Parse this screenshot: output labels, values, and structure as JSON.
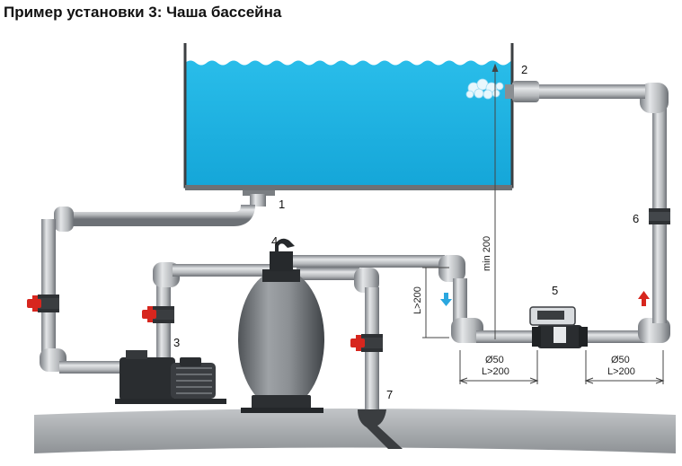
{
  "title": "Пример установки 3: Чаша бассейна",
  "callouts": [
    "1",
    "2",
    "3",
    "4",
    "5",
    "6",
    "7"
  ],
  "dimensions": {
    "min_height": "min 200",
    "vertical_length": "L>200",
    "left_diameter": "Ø50",
    "left_length": "L>200",
    "right_diameter": "Ø50",
    "right_length": "L>200"
  },
  "colors": {
    "water": "#1fb5e3",
    "pipe": "#b9bcbf",
    "pipe_dark": "#5b5f63",
    "valve_red": "#d7261e",
    "ground": "#a7aaad",
    "flow_blue": "#2aa7df",
    "flow_red": "#d7261e"
  },
  "icons": [
    "flow-down-arrow-icon",
    "flow-up-arrow-icon",
    "valve-handle-icon"
  ]
}
